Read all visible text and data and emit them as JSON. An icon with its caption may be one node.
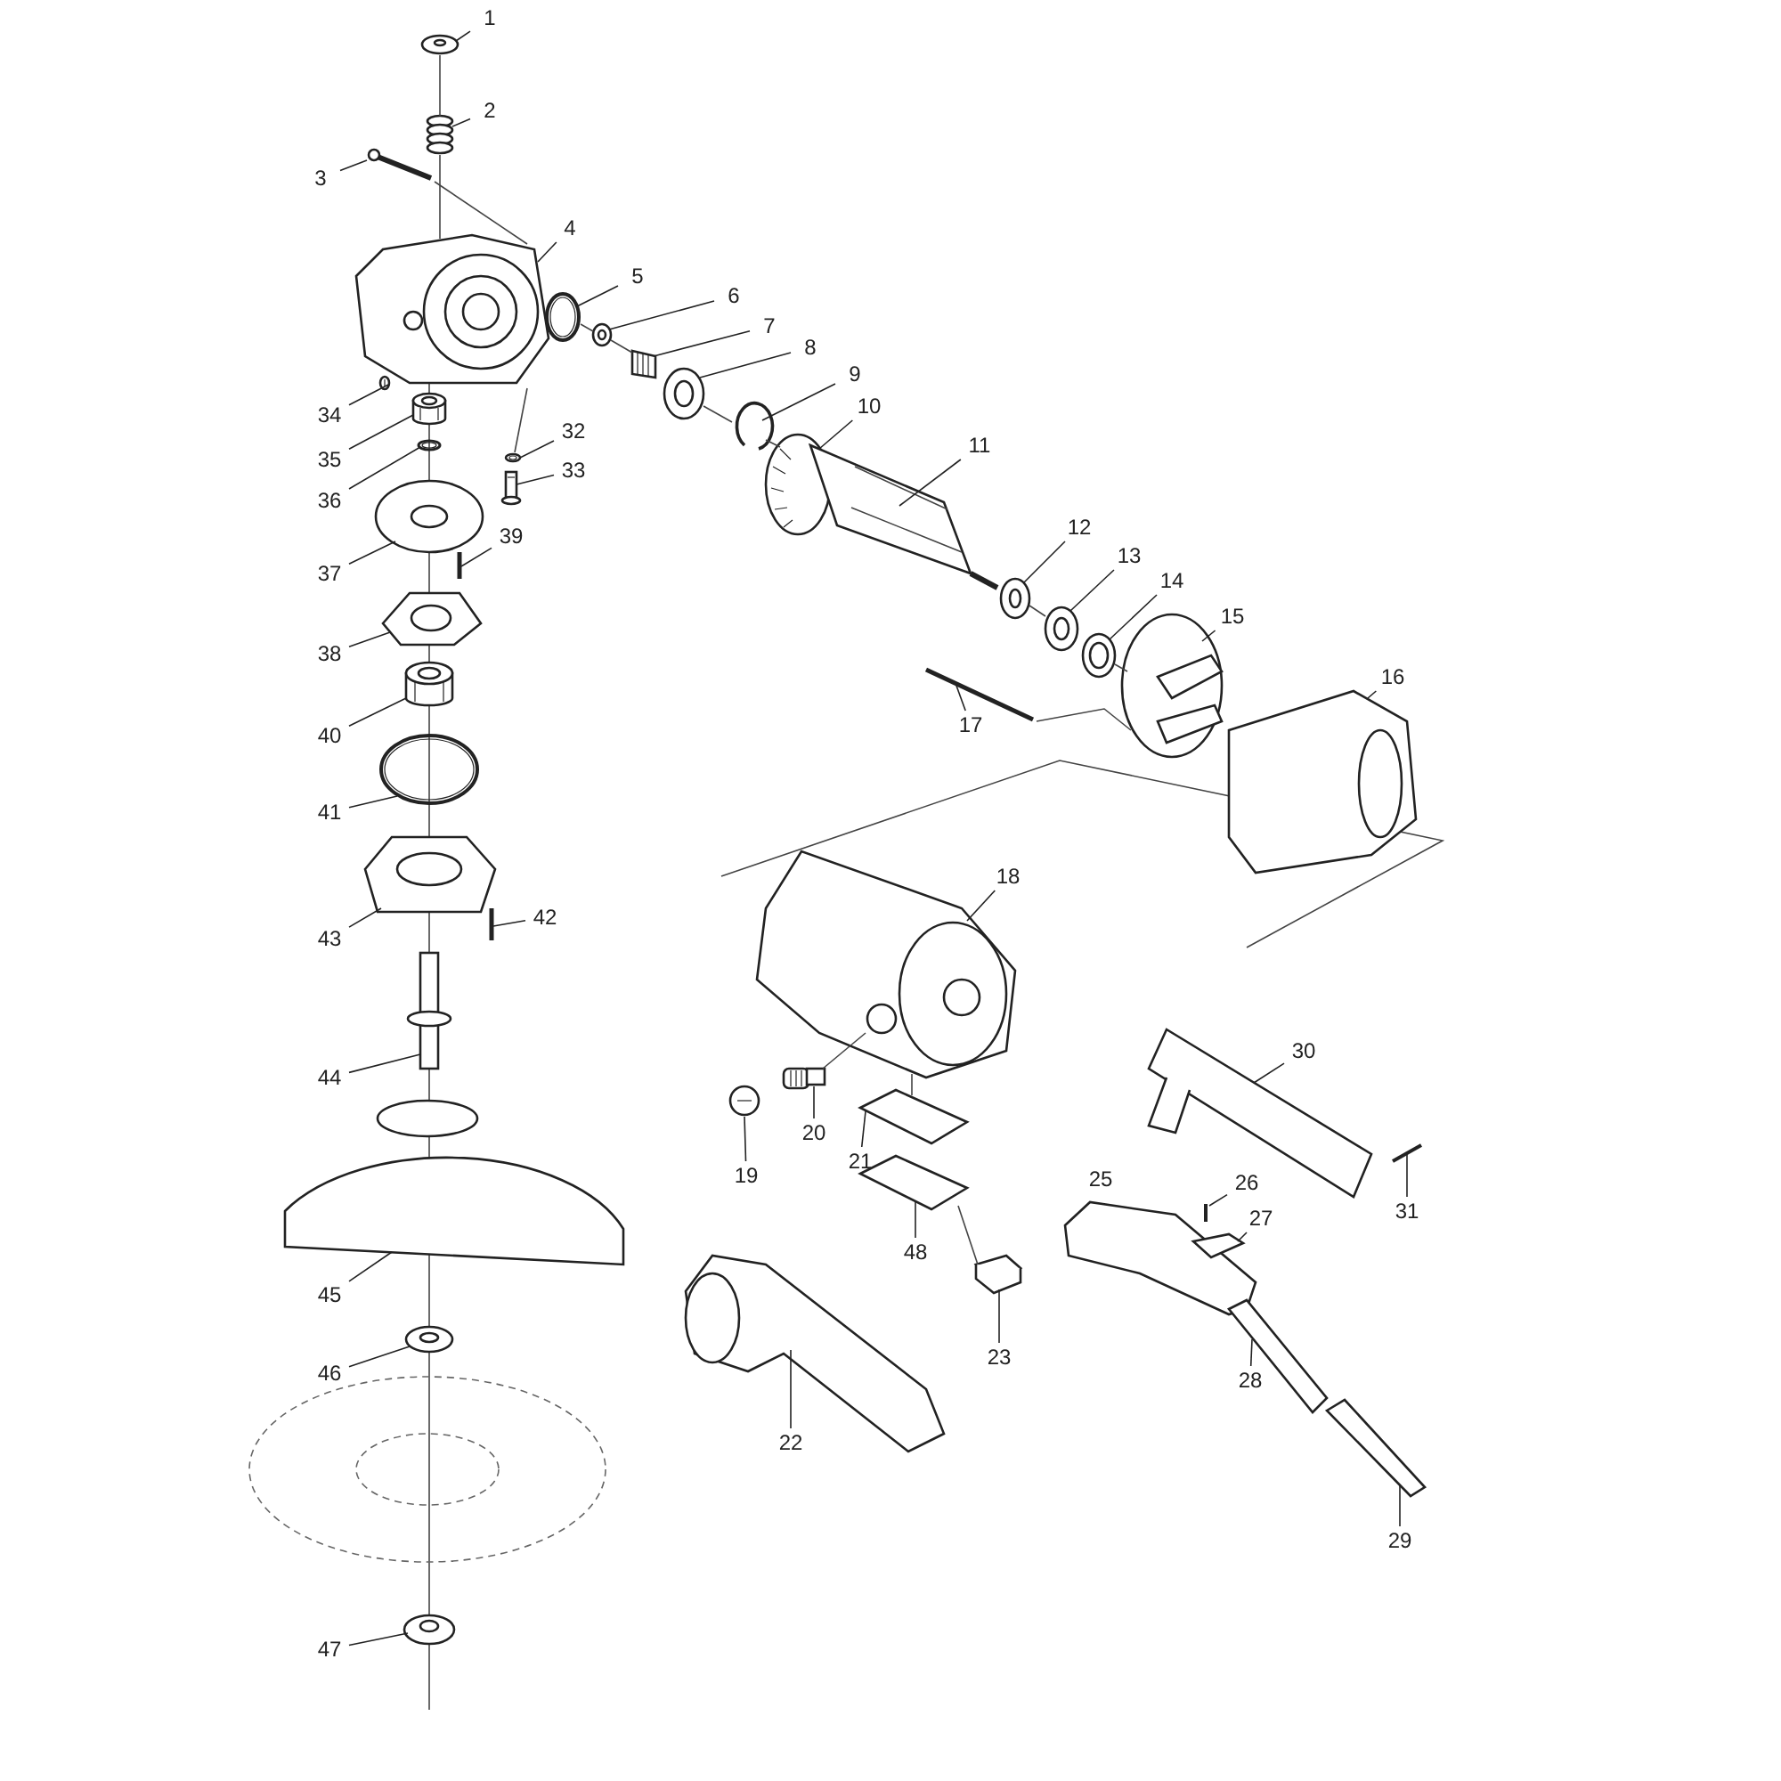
{
  "diagram": {
    "nodes": [
      {
        "text": [
          "1"
        ]
      },
      {
        "text": [
          "2"
        ]
      },
      {
        "text": [
          "3"
        ]
      },
      {
        "text": [
          "4"
        ]
      },
      {
        "text": [
          "5"
        ]
      },
      {
        "text": [
          "6"
        ]
      },
      {
        "text": [
          "7"
        ]
      },
      {
        "text": [
          "8"
        ]
      },
      {
        "text": [
          "9"
        ]
      },
      {
        "text": [
          "10"
        ]
      },
      {
        "text": [
          "11"
        ]
      },
      {
        "text": [
          "12"
        ]
      },
      {
        "text": [
          "13"
        ]
      },
      {
        "text": [
          "14"
        ]
      },
      {
        "text": [
          "15"
        ]
      },
      {
        "text": [
          "16"
        ]
      },
      {
        "text": [
          "17"
        ]
      },
      {
        "text": [
          "18"
        ]
      },
      {
        "text": [
          "19"
        ]
      },
      {
        "text": [
          "20"
        ]
      },
      {
        "text": [
          "21"
        ]
      },
      {
        "text": [
          "22"
        ]
      },
      {
        "text": [
          "23"
        ]
      },
      {
        "text": [
          "26"
        ]
      },
      {
        "text": [
          "27"
        ]
      },
      {
        "text": [
          "28"
        ]
      },
      {
        "text": [
          "29"
        ]
      },
      {
        "text": [
          "30"
        ]
      },
      {
        "text": [
          "31"
        ]
      },
      {
        "text": [
          "32"
        ]
      },
      {
        "text": [
          "33"
        ]
      },
      {
        "text": [
          "34"
        ]
      },
      {
        "text": [
          "35"
        ]
      },
      {
        "text": [
          "36"
        ]
      },
      {
        "text": [
          "37"
        ]
      },
      {
        "text": [
          "38"
        ]
      },
      {
        "text": [
          "39"
        ]
      },
      {
        "text": [
          "40"
        ]
      },
      {
        "text": [
          "41"
        ]
      },
      {
        "text": [
          "42"
        ]
      },
      {
        "text": [
          "43"
        ]
      },
      {
        "text": [
          "44"
        ]
      },
      {
        "text": [
          "45"
        ]
      },
      {
        "text": [
          "46"
        ]
      },
      {
        "text": [
          "47"
        ]
      },
      {
        "text": [
          "48"
        ]
      },
      {
        "text": [],
        "shape": "picture"
      },
      {
        "text": [],
        "shape": "picture"
      },
      {
        "text": [],
        "shape": "picture"
      },
      {
        "text": [],
        "shape": "picture"
      },
      {
        "text": [],
        "shape": "picture"
      },
      {
        "text": [],
        "shape": "picture"
      },
      {
        "text": [],
        "shape": "picture"
      },
      {
        "text": [],
        "shape": "picture"
      },
      {
        "text": [],
        "shape": "picture"
      },
      {
        "text": [],
        "shape": "picture"
      },
      {
        "text": [],
        "shape": "picture"
      },
      {
        "text": [],
        "shape": "picture"
      },
      {
        "text": [],
        "shape": "picture"
      },
      {
        "text": [],
        "shape": "picture"
      },
      {
        "text": [],
        "shape": "picture"
      },
      {
        "text": [],
        "shape": "picture"
      },
      {
        "text": [],
        "shape": "picture"
      },
      {
        "text": [],
        "shape": "picture"
      },
      {
        "text": [],
        "shape": "picture"
      },
      {
        "text": [],
        "shape": "picture"
      },
      {
        "text": [],
        "shape": "picture"
      },
      {
        "text": [],
        "shape": "picture"
      },
      {
        "text": [],
        "shape": "picture"
      },
      {
        "text": [],
        "shape": "picture"
      },
      {
        "text": [],
        "shape": "picture"
      },
      {
        "text": [],
        "shape": "picture"
      },
      {
        "text": [],
        "shape": "picture"
      },
      {
        "text": [],
        "shape": "picture"
      },
      {
        "text": [],
        "shape": "picture"
      },
      {
        "text": [],
        "shape": "picture"
      },
      {
        "text": [],
        "shape": "picture"
      },
      {
        "text": [],
        "shape": "picture"
      },
      {
        "text": [],
        "shape": "picture"
      },
      {
        "text": [],
        "shape": "picture"
      },
      {
        "text": [],
        "shape": "picture"
      },
      {
        "text": [],
        "shape": "picture"
      },
      {
        "text": [],
        "shape": "picture"
      },
      {
        "text": [],
        "shape": "picture"
      },
      {
        "text": [],
        "shape": "picture"
      },
      {
        "text": [],
        "shape": "picture"
      },
      {
        "text": [],
        "shape": "picture"
      },
      {
        "text": [],
        "shape": "picture"
      },
      {
        "text": [],
        "shape": "picture"
      },
      {
        "text": [],
        "shape": "picture"
      },
      {
        "text": [],
        "shape": "picture"
      },
      {
        "text": [],
        "shape": "picture"
      }
    ],
    "edges": [
      {
        "from": 0,
        "to": 46,
        "arrow": "none"
      },
      {
        "from": 1,
        "to": 47,
        "arrow": "none"
      },
      {
        "from": 2,
        "to": 48,
        "arrow": "none"
      },
      {
        "from": 3,
        "to": 49,
        "arrow": "none"
      },
      {
        "from": 4,
        "to": 50,
        "arrow": "none"
      },
      {
        "from": 5,
        "to": 51,
        "arrow": "none"
      },
      {
        "from": 6,
        "to": 52,
        "arrow": "none"
      },
      {
        "from": 7,
        "to": 53,
        "arrow": "none"
      },
      {
        "from": 8,
        "to": 54,
        "arrow": "none"
      },
      {
        "from": 9,
        "to": 55,
        "arrow": "none"
      },
      {
        "from": 10,
        "to": 56,
        "arrow": "none"
      },
      {
        "from": 11,
        "to": 57,
        "arrow": "none"
      },
      {
        "from": 12,
        "to": 58,
        "arrow": "none"
      },
      {
        "from": 13,
        "to": 59,
        "arrow": "none"
      },
      {
        "from": 14,
        "to": 60,
        "arrow": "none"
      },
      {
        "from": 15,
        "to": 61,
        "arrow": "none"
      },
      {
        "from": 16,
        "to": 62,
        "arrow": "none"
      },
      {
        "from": 17,
        "to": 63,
        "arrow": "none"
      },
      {
        "from": 18,
        "to": 64,
        "arrow": "none"
      },
      {
        "from": 19,
        "to": 65,
        "arrow": "none"
      },
      {
        "from": 20,
        "to": 66,
        "arrow": "none"
      },
      {
        "from": 21,
        "to": 67,
        "arrow": "none"
      },
      {
        "from": 22,
        "to": 68,
        "arrow": "none"
      },
      {
        "from": 23,
        "to": 69,
        "arrow": "none"
      },
      {
        "from": 24,
        "to": 70,
        "arrow": "none"
      },
      {
        "from": 25,
        "to": 71,
        "arrow": "none"
      },
      {
        "from": 26,
        "to": 72,
        "arrow": "none"
      },
      {
        "from": 27,
        "to": 73,
        "arrow": "none"
      },
      {
        "from": 28,
        "to": 74,
        "arrow": "none"
      },
      {
        "from": 29,
        "to": 75,
        "arrow": "none"
      },
      {
        "from": 30,
        "to": 76,
        "arrow": "none"
      },
      {
        "from": 31,
        "to": 77,
        "arrow": "none"
      },
      {
        "from": 32,
        "to": 78,
        "arrow": "none"
      },
      {
        "from": 33,
        "to": 79,
        "arrow": "none"
      },
      {
        "from": 34,
        "to": 80,
        "arrow": "none"
      },
      {
        "from": 35,
        "to": 81,
        "arrow": "none"
      },
      {
        "from": 36,
        "to": 82,
        "arrow": "none"
      },
      {
        "from": 37,
        "to": 83,
        "arrow": "none"
      },
      {
        "from": 38,
        "to": 84,
        "arrow": "none"
      },
      {
        "from": 39,
        "to": 85,
        "arrow": "none"
      },
      {
        "from": 40,
        "to": 86,
        "arrow": "none"
      },
      {
        "from": 41,
        "to": 87,
        "arrow": "none"
      },
      {
        "from": 42,
        "to": 88,
        "arrow": "none"
      },
      {
        "from": 43,
        "to": 89,
        "arrow": "none"
      },
      {
        "from": 44,
        "to": 90,
        "arrow": "none"
      },
      {
        "from": 45,
        "to": 91,
        "arrow": "none"
      },
      {
        "from": 46,
        "to": 47,
        "arrow": "none"
      },
      {
        "from": 48,
        "to": 49,
        "arrow": "none"
      },
      {
        "from": 47,
        "to": 49,
        "arrow": "none"
      },
      {
        "from": 49,
        "to": 75,
        "arrow": "none"
      },
      {
        "from": 50,
        "to": 51,
        "arrow": "none"
      },
      {
        "from": 51,
        "to": 52,
        "arrow": "none"
      },
      {
        "from": 53,
        "to": 54,
        "arrow": "none"
      },
      {
        "from": 54,
        "to": 55,
        "arrow": "none"
      },
      {
        "from": 57,
        "to": 58,
        "arrow": "none"
      },
      {
        "from": 59,
        "to": 60,
        "arrow": "none"
      },
      {
        "from": 62,
        "to": 60,
        "arrow": "none"
      },
      {
        "from": 63,
        "to": 65,
        "arrow": "none"
      },
      {
        "from": 63,
        "to": 66,
        "arrow": "none"
      },
      {
        "from": 91,
        "to": 68,
        "arrow": "none"
      }
    ],
    "labels": [
      "25"
    ]
  }
}
